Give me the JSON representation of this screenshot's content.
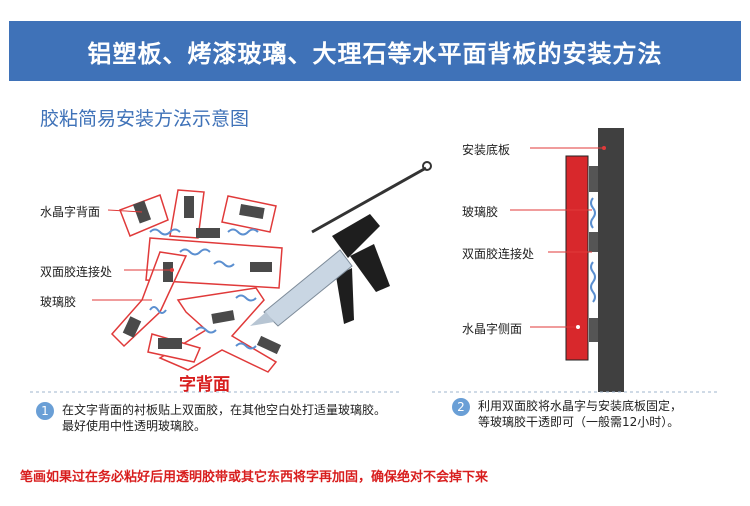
{
  "header": {
    "title": "铝塑板、烤漆玻璃、大理石等水平面背板的安装方法"
  },
  "left_section": {
    "subtitle": "胶粘简易安装方法示意图",
    "labels": {
      "back_of_letter": "水晶字背面",
      "tape_joint": "双面胶连接处",
      "glass_glue": "玻璃胶"
    },
    "character": "发",
    "caption": "字背面",
    "step": {
      "number": "1",
      "lines": [
        "在文字背面的衬板贴上双面胶，在其他空白处打适量玻璃胶。",
        "最好使用中性透明玻璃胶。"
      ]
    }
  },
  "right_section": {
    "labels": {
      "base_plate": "安装底板",
      "glass_glue": "玻璃胶",
      "tape_joint": "双面胶连接处",
      "letter_side": "水晶字侧面"
    },
    "step": {
      "number": "2",
      "lines": [
        "利用双面胶将水晶字与安装底板固定，",
        "等玻璃胶干透即可（一般需12小时）。"
      ]
    }
  },
  "footer": {
    "warning": "笔画如果过在务必粘好后用透明胶带或其它东西将字再加固，确保绝对不会掉下来"
  },
  "colors": {
    "banner": "#3f72b8",
    "accent_red": "#d81e1e",
    "wall": "#404040",
    "letter_side": "#d8282c",
    "glue": "#5b8fd0"
  }
}
